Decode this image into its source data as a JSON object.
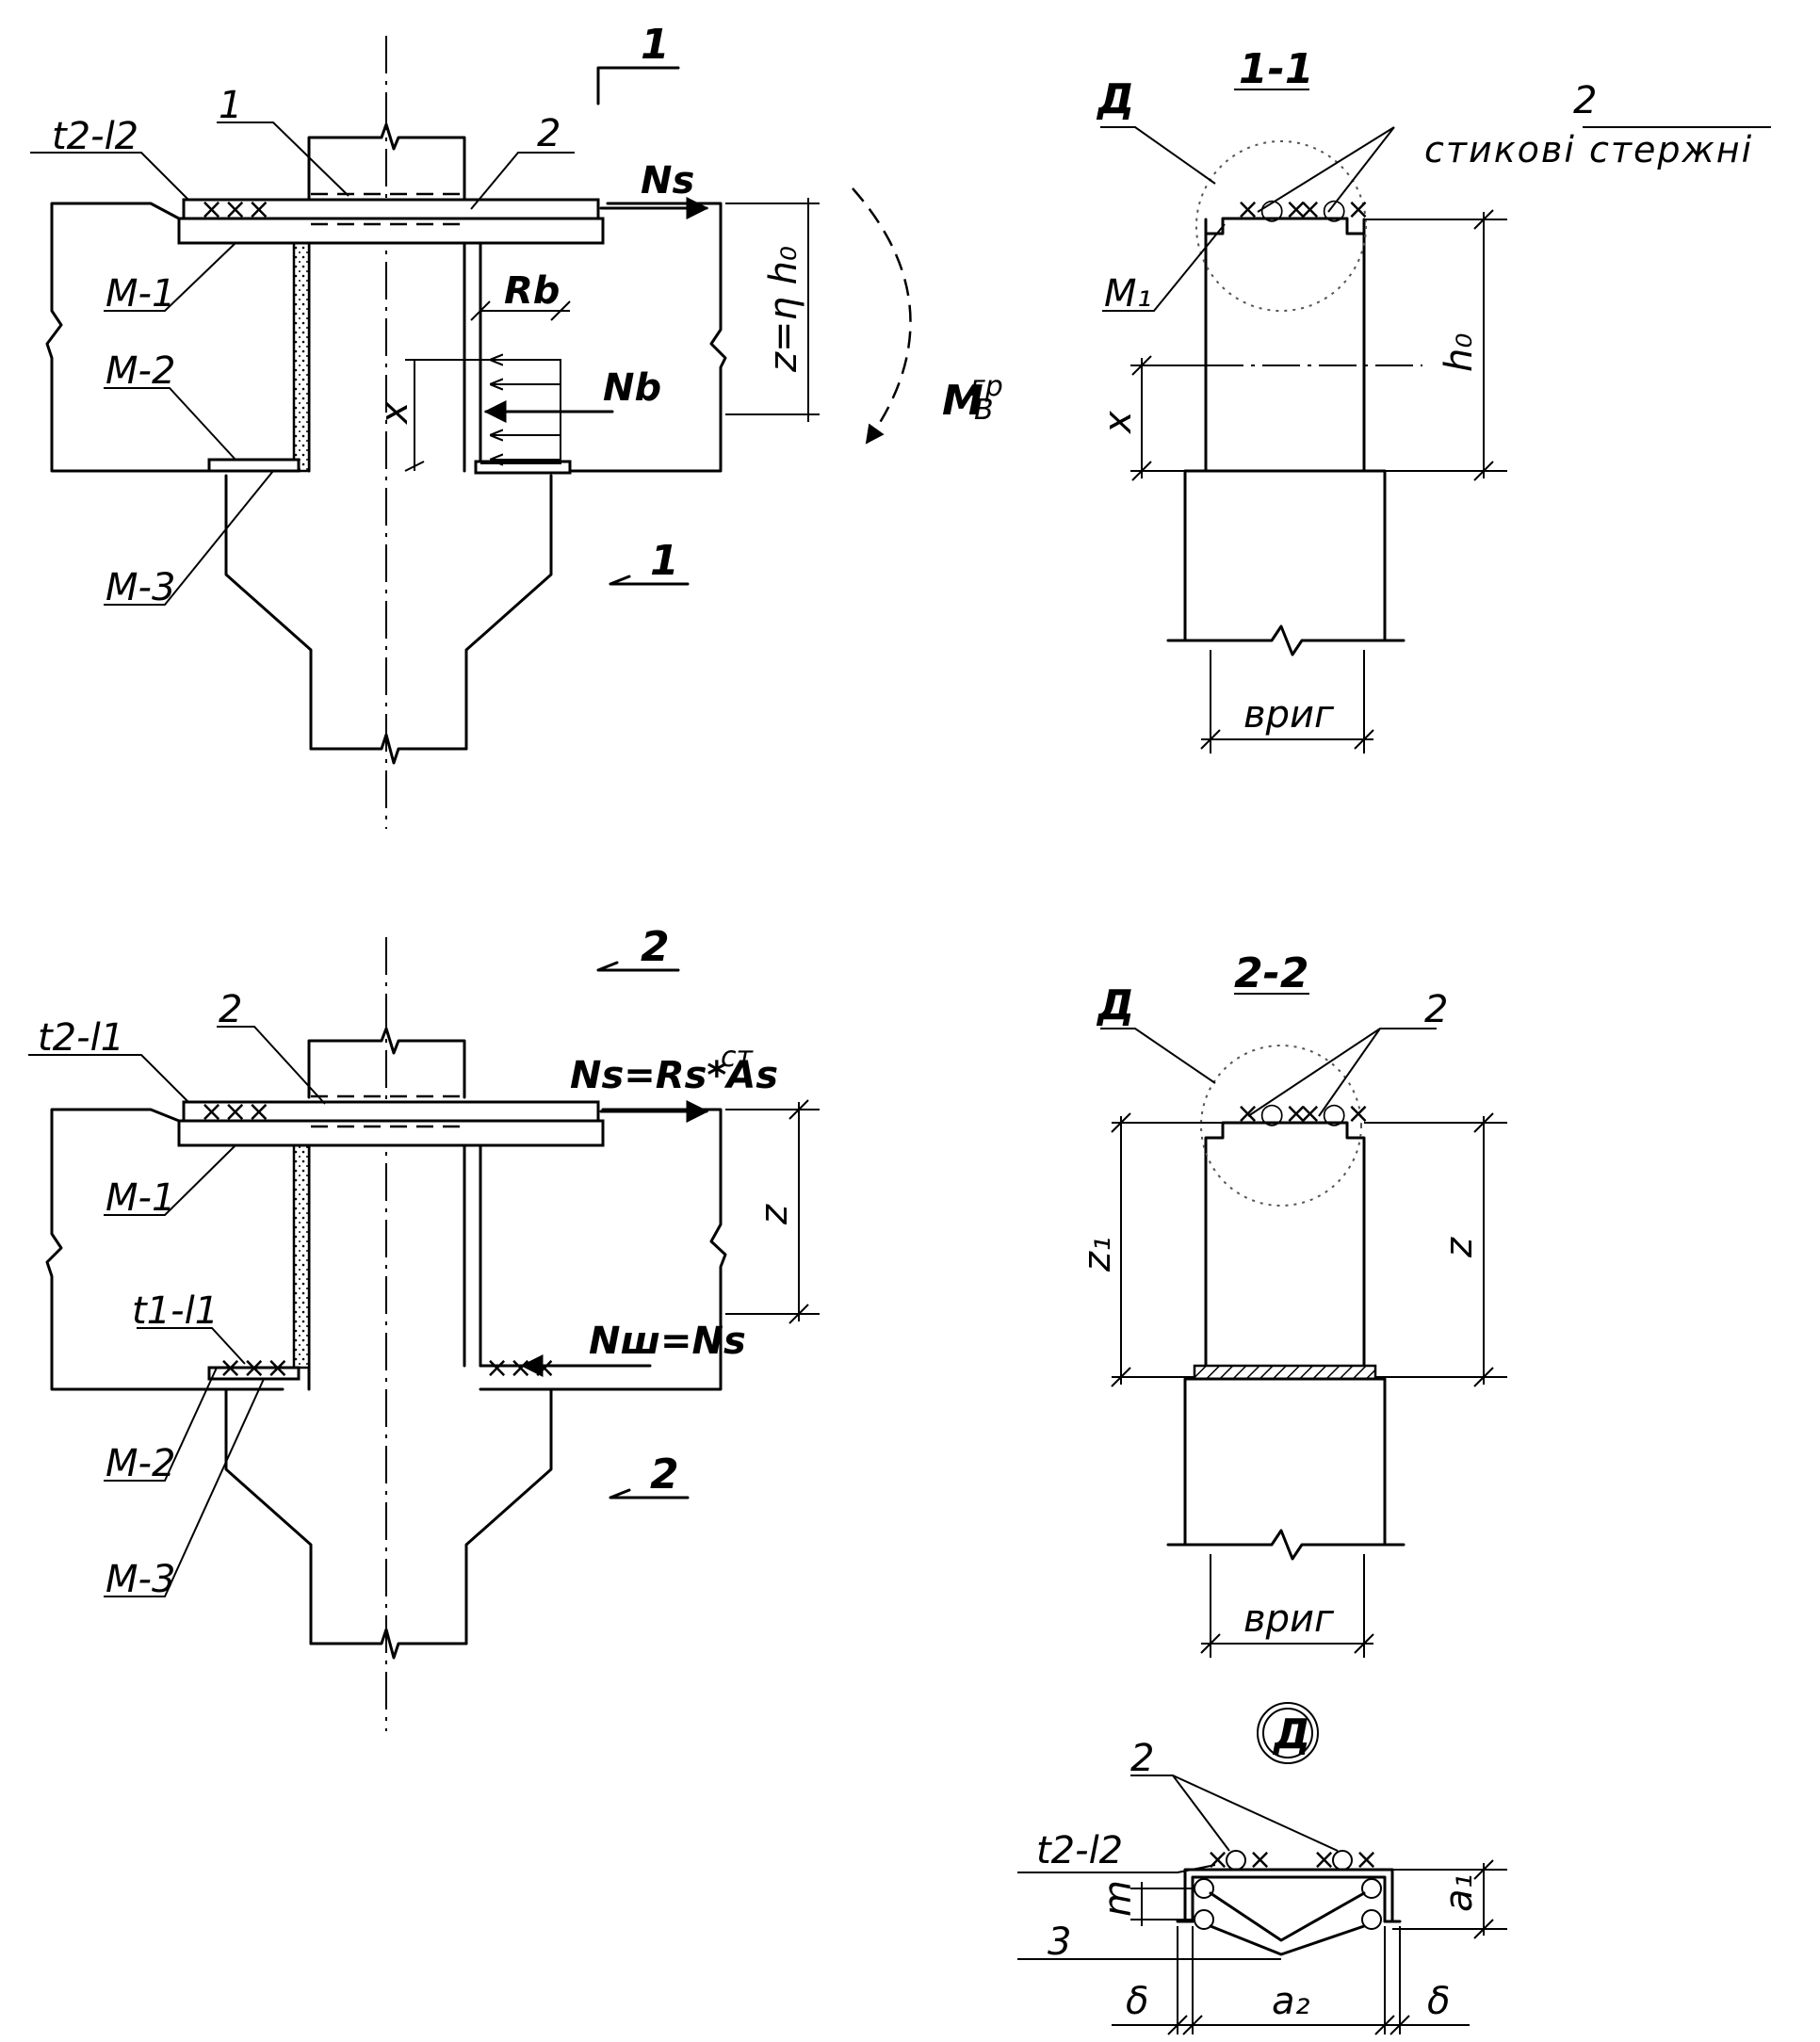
{
  "node1": {
    "cut_mark": "1",
    "labels": {
      "weld": "t2-l2",
      "bar1": "1",
      "bar2": "2",
      "m1": "M-1",
      "m2": "M-2",
      "m3": "M-3",
      "force_ns": "Ns",
      "force_nb": "Nb",
      "stress_rb": "Rb",
      "dim_x": "x",
      "dim_z": "z=η h₀",
      "moment": "M",
      "moment_sup": "гр",
      "moment_sub": "B"
    }
  },
  "section11": {
    "title": "1-1",
    "labels": {
      "detail": "Д",
      "bars_num": "2",
      "bars_desc": "стикові стержні",
      "m1": "M₁",
      "dim_h0": "h₀",
      "dim_x": "x",
      "dim_b": "вриг"
    }
  },
  "node2": {
    "cut_mark": "2",
    "labels": {
      "weld_top": "t2-l1",
      "bar2": "2",
      "m1": "M-1",
      "m2": "M-2",
      "m3": "M-3",
      "weld_bottom": "t1-l1",
      "force_ns": "Ns=Rs*As",
      "force_ns_sup": "ст",
      "force_nw": "Nш=Ns",
      "dim_z": "z"
    }
  },
  "section22": {
    "title": "2-2",
    "labels": {
      "detail": "Д",
      "bars_num": "2",
      "dim_z1": "z₁",
      "dim_z": "z",
      "dim_b": "вриг"
    }
  },
  "detailD": {
    "title": "Д",
    "labels": {
      "bars_num": "2",
      "weld": "t2-l2",
      "dim_m": "m",
      "num3": "3",
      "dim_a1": "a₁",
      "dim_a2": "a₂",
      "dim_delta_left": "δ",
      "dim_delta_right": "δ"
    }
  }
}
